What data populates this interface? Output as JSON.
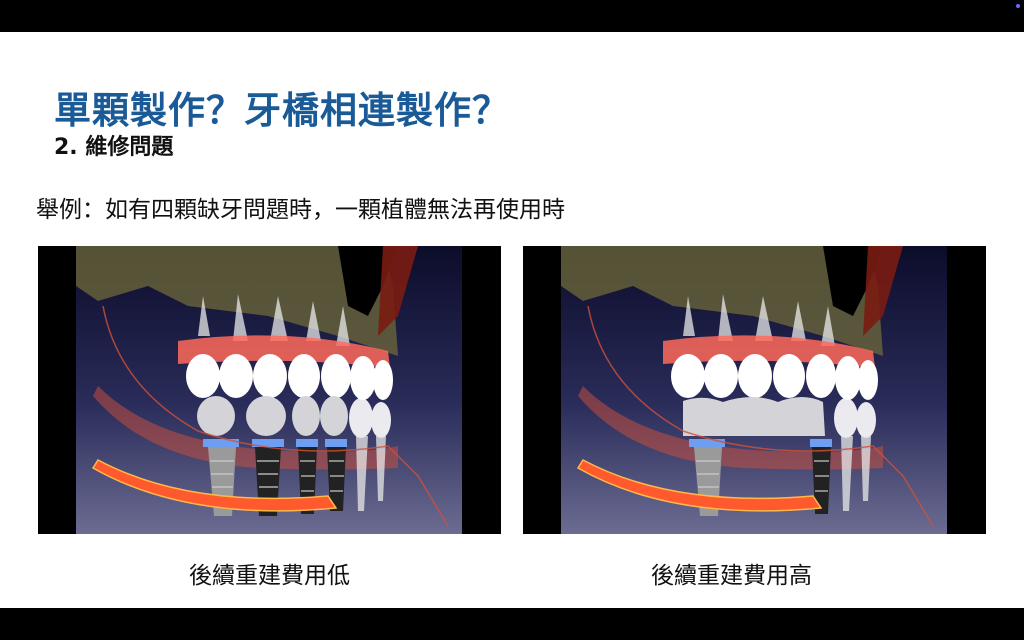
{
  "slide": {
    "title": "單顆製作？牙橋相連製作？",
    "subtitle": "2. 維修問題",
    "example": "舉例：如有四顆缺牙問題時，一顆植體無法再使用時"
  },
  "panels": [
    {
      "caption": "後續重建費用低",
      "restoration": "single-crowns",
      "implants": 4
    },
    {
      "caption": "後續重建費用高",
      "restoration": "bridge",
      "implants": 2
    }
  ],
  "colors": {
    "title": "#1a5a96",
    "implant_collar": "#6d9ef0",
    "nerve": "#ff5a2e",
    "bone": "#c9b98a"
  }
}
